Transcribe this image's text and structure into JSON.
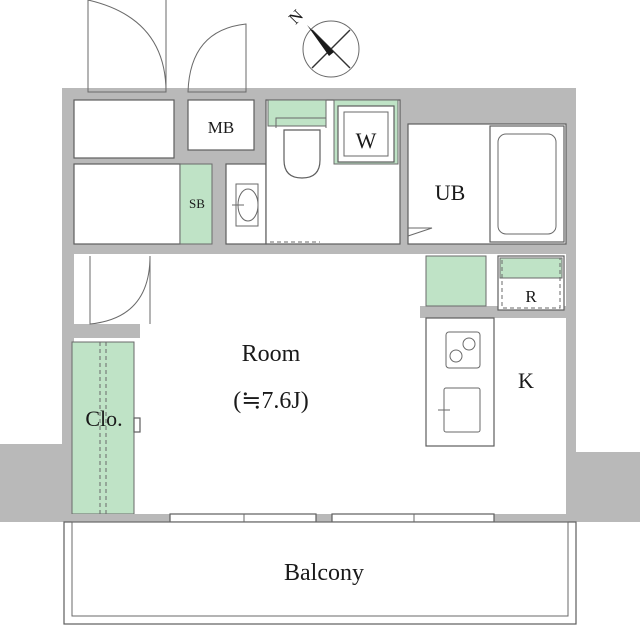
{
  "rooms": {
    "room_label": "Room",
    "room_area": "(≒7.6J)",
    "kitchen": "K",
    "unit_bath": "UB",
    "washer": "W",
    "meter_box": "MB",
    "shoe_box": "SB",
    "fridge": "R",
    "closet": "Clo.",
    "balcony": "Balcony"
  },
  "compass": {
    "north_label": "N"
  },
  "colors": {
    "wall": "#b9b9b9",
    "storage_green": "#bfe3c6",
    "line": "#5e5e5e"
  }
}
